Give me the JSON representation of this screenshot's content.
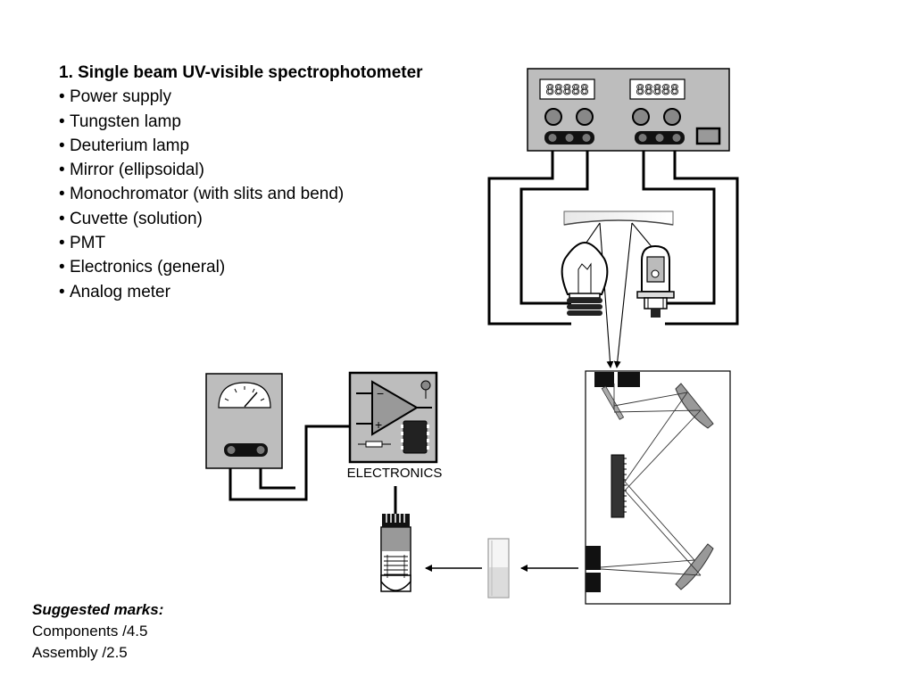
{
  "heading": "1. Single beam UV-visible spectrophotometer",
  "components": [
    "Power supply",
    "Tungsten lamp",
    "Deuterium lamp",
    "Mirror (ellipsoidal)",
    "Monochromator (with slits and bend)",
    "Cuvette (solution)",
    "PMT",
    "Electronics (general)",
    "Analog meter"
  ],
  "marks": {
    "heading": "Suggested marks:",
    "components": "Components /4.5",
    "assembly": "Assembly /2.5"
  },
  "diagram": {
    "electronics_label": "ELECTRONICS",
    "power_supply_displays": [
      "88888",
      "88888"
    ],
    "op_amp_minus": "−",
    "op_amp_plus": "+",
    "icons": [
      "power-supply",
      "tungsten-lamp",
      "deuterium-lamp",
      "ellipsoidal-mirror",
      "monochromator",
      "cuvette",
      "pmt",
      "electronics",
      "analog-meter"
    ]
  }
}
